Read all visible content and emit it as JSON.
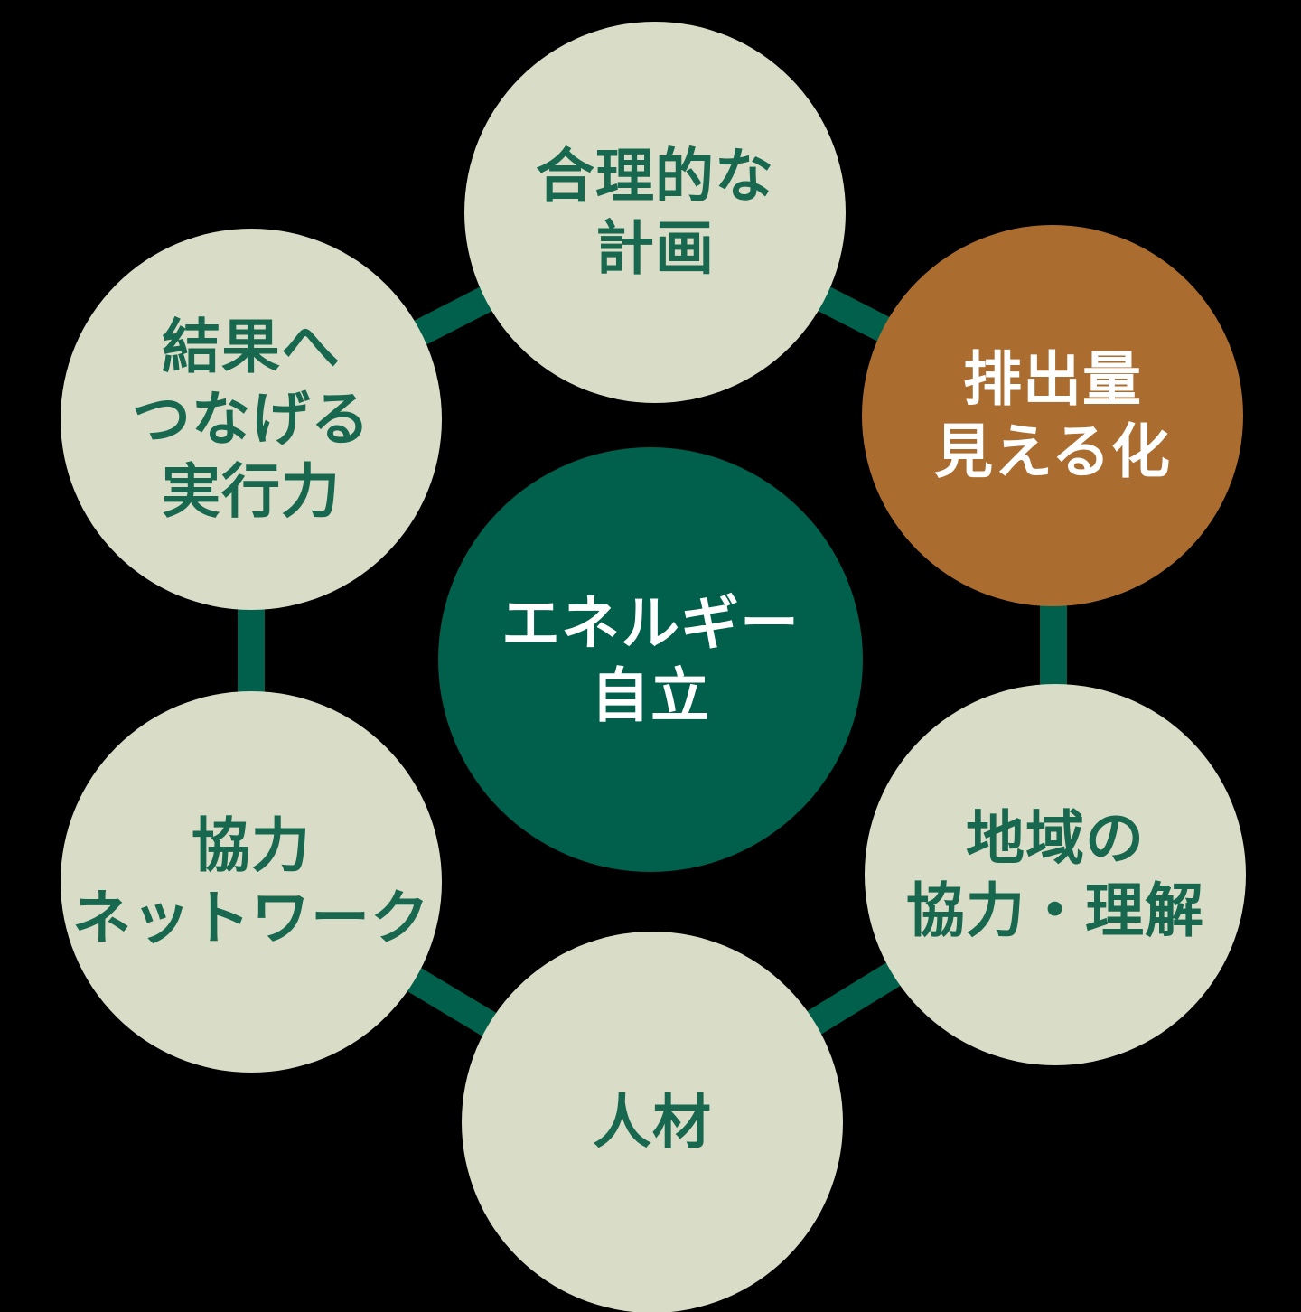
{
  "diagram": {
    "background_color": "#000000",
    "colors": {
      "light_circle_fill": "#d9dcc6",
      "dark_green": "#00604b",
      "brown_accent": "#aa6d2f",
      "green_text": "#17684f",
      "white_text": "#ffffff"
    },
    "nodes": {
      "center": {
        "lines": [
          "エネルギー",
          "自立"
        ]
      },
      "top": {
        "lines": [
          "合理的な",
          "計画"
        ]
      },
      "top_right": {
        "lines": [
          "排出量",
          "見える化"
        ]
      },
      "bottom_right": {
        "lines": [
          "地域の",
          "協力・理解"
        ]
      },
      "bottom": {
        "lines": [
          "人材"
        ]
      },
      "bottom_left": {
        "lines": [
          "協力",
          "ネットワーク"
        ]
      },
      "top_left": {
        "lines": [
          "結果へ",
          "つなげる",
          "実行力"
        ]
      }
    }
  }
}
